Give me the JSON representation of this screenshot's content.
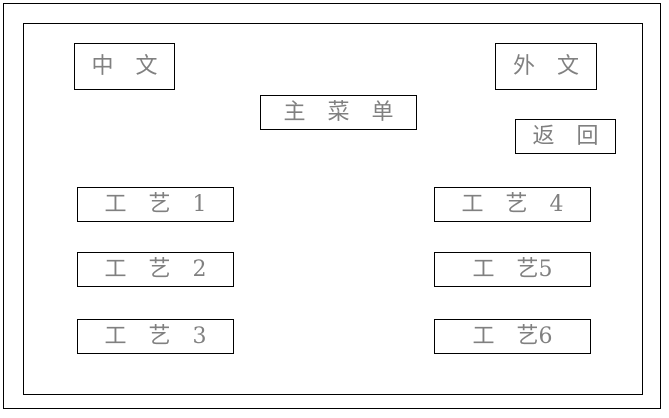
{
  "language": {
    "chinese_label": "中　文",
    "foreign_label": "外　文"
  },
  "menu": {
    "title": "主　菜　单",
    "back_label": "返　回"
  },
  "processes": [
    {
      "label": "工　艺　1"
    },
    {
      "label": "工　艺　2"
    },
    {
      "label": "工　艺　3"
    },
    {
      "label": "工　艺　4"
    },
    {
      "label": "工　艺5"
    },
    {
      "label": "工　艺6"
    }
  ],
  "colors": {
    "text": "#808080",
    "border": "#000000",
    "background": "#ffffff"
  }
}
